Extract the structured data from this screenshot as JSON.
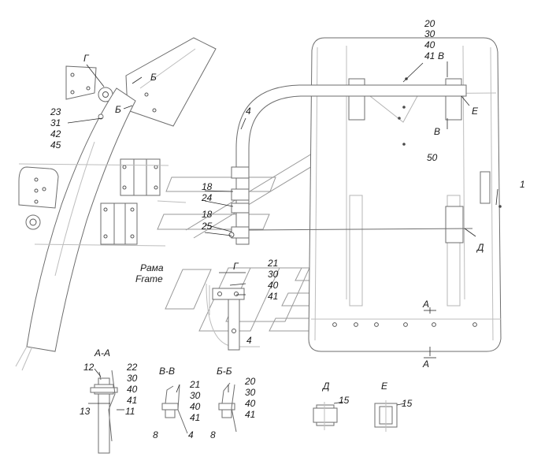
{
  "callouts": {
    "main_top_20": "20",
    "main_top_30": "30",
    "main_top_40": "40",
    "main_top_41": "41",
    "view_B_marker": "В",
    "view_E_marker": "Е",
    "view_B_lower": "В",
    "pos_50": "50",
    "pos_1": "1",
    "pos_4": "4",
    "pos_18_upper": "18",
    "pos_24": "24",
    "pos_18_lower": "18",
    "pos_25": "25",
    "view_D_marker": "Д",
    "section_A_upper": "А",
    "section_A_lower": "А",
    "left_G": "Г",
    "left_B_upper": "Б",
    "left_B_lower": "Б",
    "left_23": "23",
    "left_31": "31",
    "left_42": "42",
    "left_45": "45",
    "frame_ru": "Рама",
    "frame_en": "Frame",
    "detail_G_title": "Г",
    "detail_G_21": "21",
    "detail_G_30": "30",
    "detail_G_40": "40",
    "detail_G_41": "41",
    "detail_G_4": "4"
  },
  "views": {
    "aa": {
      "title": "А-А",
      "p12": "12",
      "p22": "22",
      "p30": "30",
      "p40": "40",
      "p41": "41",
      "p13": "13",
      "p11": "11"
    },
    "vv": {
      "title": "В-В",
      "p21": "21",
      "p30": "30",
      "p40": "40",
      "p41": "41",
      "p8": "8",
      "p4": "4"
    },
    "bb": {
      "title": "Б-Б",
      "p20": "20",
      "p30": "30",
      "p40": "40",
      "p41": "41",
      "p8": "8"
    },
    "d": {
      "title": "Д",
      "p15": "15"
    },
    "e": {
      "title": "Е",
      "p15": "15"
    }
  }
}
